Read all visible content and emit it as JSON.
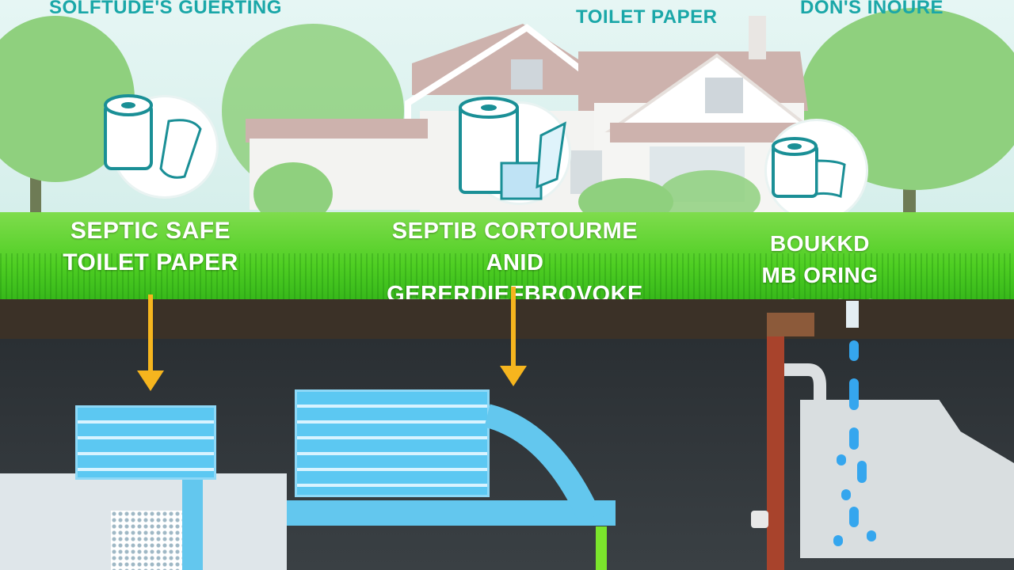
{
  "top_headings": {
    "left": "SOLFTUDE'S GUERTING",
    "center_left": "",
    "center": "TOILET PAPER",
    "right": "DON'S INOURE"
  },
  "labels": {
    "left_line1": "SEPTIC SAFE",
    "left_line2": "TOILET PAPER",
    "center_line1": "SEPTIB CORTOURME",
    "center_line2": "ANID GERERDIEFBROVOKE",
    "right_line1": "BOUKKD",
    "right_line2": "MB ORING DICUESES"
  },
  "icons": {
    "left": "toilet-paper-roll-icon",
    "center": "toilet-paper-roll-icon",
    "right": "toilet-paper-roll-icon"
  },
  "colors": {
    "heading_teal": "#1aa7a8",
    "arrow_orange": "#f6b51e",
    "tank_blue": "#5cc8f2",
    "grass_green": "#4fcf23"
  }
}
